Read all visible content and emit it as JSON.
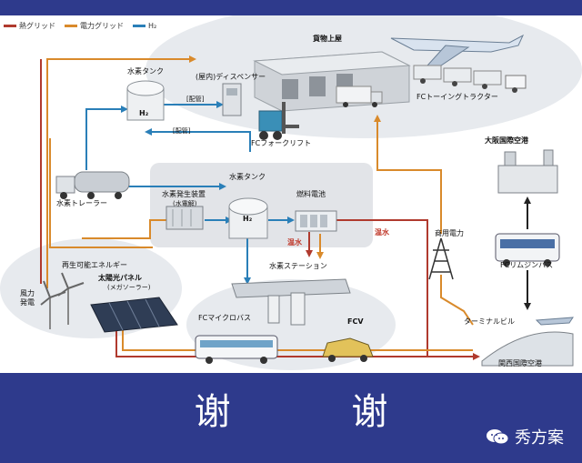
{
  "legend": [
    {
      "label": "熱グリッド",
      "color": "#b03a2e"
    },
    {
      "label": "電力グリッド",
      "color": "#d98a2b"
    },
    {
      "label": "H₂",
      "color": "#2a7fb8"
    }
  ],
  "labels": {
    "cargo_building": "貨物上屋",
    "hydrogen_tank_top": "水素タンク",
    "indoor_dispenser": "(屋内)ディスペンサー",
    "piping_1": "[配管]",
    "piping_2": "[配管]",
    "h2_tank_top": "H₂",
    "fc_towing_tractor": "FCトーイングトラクター",
    "fc_forklift": "FCフォークリフト",
    "hydrogen_tank_mid": "水素タンク",
    "hydrogen_trailer": "水素トレーラー",
    "hydrogen_generator": "水素発生装置",
    "water_electrolysis": "(水電解)",
    "fuel_cell": "燃料電池",
    "h2_tank_mid": "H₂",
    "osaka_airport": "大阪国際空港",
    "warm_water_1": "温水",
    "warm_water_2": "温水",
    "commercial_power": "商用電力",
    "hydrogen_station": "水素ステーション",
    "renewable_energy": "再生可能エネルギー",
    "solar_panel": "太陽光パネル",
    "mega_solar": "(メガソーラー)",
    "wind_power": "風力\n発電",
    "fc_microbus": "FCマイクロバス",
    "fcv": "FCV",
    "fc_limousine_bus": "FCリムジンバス",
    "terminal_building": "ターミナルビル",
    "kansai_airport": "関西国際空港"
  },
  "footer": {
    "thanks": "谢 谢",
    "brand": "秀方案"
  },
  "colors": {
    "heat": "#b03a2e",
    "power": "#d98a2b",
    "h2": "#2a7fb8",
    "frame": "#2e3a8c"
  }
}
